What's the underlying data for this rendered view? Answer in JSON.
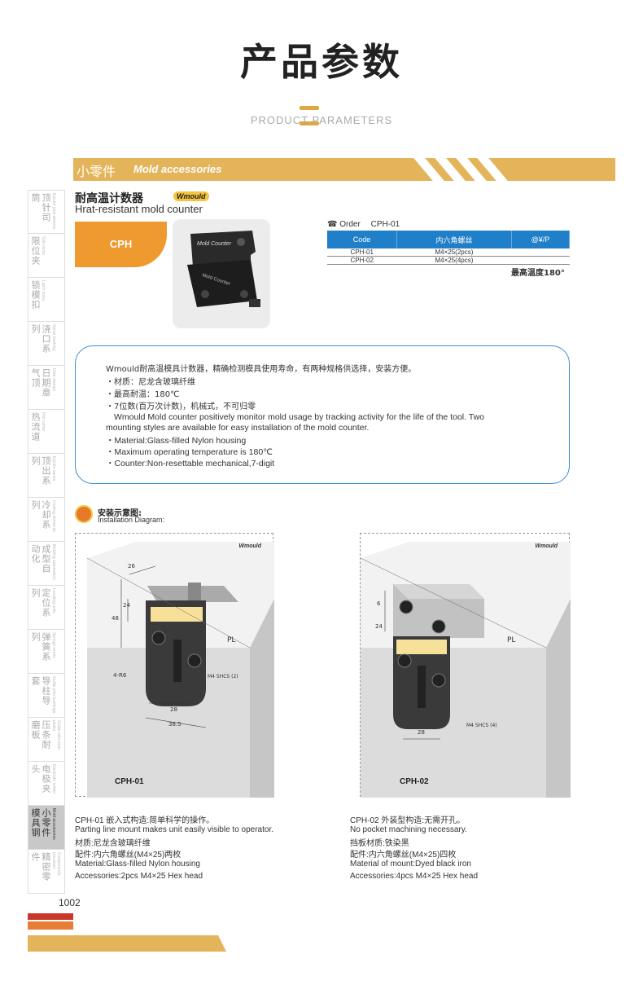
{
  "header": {
    "title": "产品参数",
    "subtitle": "PRODUCT PARAMETERS"
  },
  "section": {
    "cn": "小零件",
    "en": "Mold accessories"
  },
  "sidebar": {
    "items": [
      {
        "cn": "顶针司筒",
        "en": "Ejector pins sleeves"
      },
      {
        "cn": "限位夹",
        "en": "Side locks"
      },
      {
        "cn": "锁模扣",
        "en": "Latch locks"
      },
      {
        "cn": "浇口系列",
        "en": "Sprue bushing"
      },
      {
        "cn": "日期章气顶",
        "en": "Date stamps"
      },
      {
        "cn": "热流道",
        "en": "Hot runner"
      },
      {
        "cn": "顶出系列",
        "en": "Ejector series"
      },
      {
        "cn": "冷却系列",
        "en": "Cooling elements"
      },
      {
        "cn": "成型自动化",
        "en": "Molding automation"
      },
      {
        "cn": "定位系列",
        "en": "Locating units"
      },
      {
        "cn": "弹簧系列",
        "en": "Springs series"
      },
      {
        "cn": "导柱导套",
        "en": "Guide pins bushings"
      },
      {
        "cn": "压条耐磨板",
        "en": "Guide rails wear plates"
      },
      {
        "cn": "电极夹头",
        "en": "Electrode holder"
      },
      {
        "cn": "小零件模具钢",
        "en": "Mold accessories"
      },
      {
        "cn": "精密零件",
        "en": "Components precision"
      }
    ]
  },
  "product": {
    "name_cn": "耐高温计数器",
    "brand": "Wmould",
    "name_en": "Hrat-resistant mold counter",
    "tab": "CPH"
  },
  "order": {
    "label": "Order",
    "code": "CPH-01"
  },
  "table": {
    "headers": [
      "Code",
      "内六角螺丝",
      "@¥/P"
    ],
    "rows": [
      [
        "CPH-01",
        "M4×25(2pcs)",
        ""
      ],
      [
        "CPH-02",
        "M4×25(4pcs)",
        ""
      ]
    ]
  },
  "max_temp": "最高温度180°",
  "description": {
    "lines": [
      "Wmould耐高温模具计数器，精确检测模具使用寿命，有两种规格供选择，安装方便。",
      "・材质：尼龙含玻璃纤维",
      "・最高耐温：180℃",
      "・7位数(百万次计数)，机械式，不可归零",
      "Wmould Mold counter positively monitor mold usage by tracking activity for the life of the tool. Two",
      "mounting styles are available for easy installation of the mold counter.",
      "・Material:Glass-filled Nylon housing",
      "・Maximum operating temperature is 180℃",
      "・Counter:Non-resettable mechanical,7-digit"
    ]
  },
  "install": {
    "cn": "安装示意图:",
    "en": "Installation Diagram:"
  },
  "diagrams": [
    {
      "brand": "Wmould",
      "label": "CPH-01",
      "dims": [
        "26",
        "24",
        "48",
        "4-R6",
        "28",
        "38.5",
        "PL",
        "M4 SHCS (2)"
      ],
      "captions": [
        "CPH-01 嵌入式构造:简单科学的操作。",
        "Parting line mount makes unit easily visible to operator.",
        "材质:尼龙含玻璃纤维",
        "配件:内六角螺丝(M4×25)两枚",
        "Material:Glass-filled Nylon housing",
        "Accessories:2pcs M4×25 Hex head"
      ]
    },
    {
      "brand": "Wmould",
      "label": "CPH-02",
      "dims": [
        "6",
        "24",
        "28",
        "PL",
        "M4 SHCS (4)"
      ],
      "captions": [
        "CPH-02 外装型构造:无需开孔。",
        "No pocket machining necessary.",
        "挡板材质:铁染黑",
        "配件:内六角螺丝(M4×25)四枚",
        "Material of mount:Dyed black iron",
        "Accessories:4pcs M4×25 Hex head"
      ]
    }
  ],
  "footer": {
    "page": "1002"
  },
  "colors": {
    "accent_gold": "#e4b45a",
    "accent_orange": "#ee9a2e",
    "table_blue": "#1f7fc8",
    "box_border": "#3a8fd6"
  }
}
